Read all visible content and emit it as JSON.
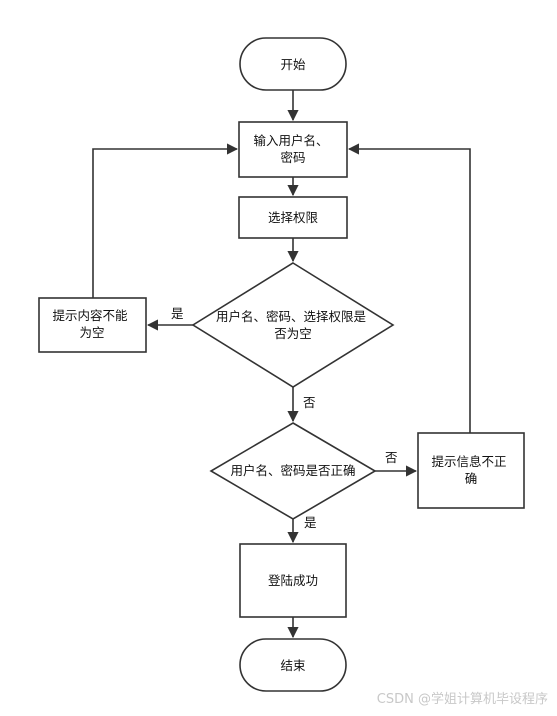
{
  "nodes": {
    "start": {
      "lines": [
        "开始"
      ]
    },
    "input": {
      "lines": [
        "输入用户名、",
        "密码"
      ]
    },
    "select": {
      "lines": [
        "选择权限"
      ]
    },
    "check_empty": {
      "lines": [
        "用户名、密码、选择权限是",
        "否为空"
      ]
    },
    "empty_msg": {
      "lines": [
        "提示内容不能",
        "为空"
      ]
    },
    "check_valid": {
      "lines": [
        "用户名、密码是否正确"
      ]
    },
    "invalid_msg": {
      "lines": [
        "提示信息不正",
        "确"
      ]
    },
    "success": {
      "lines": [
        "登陆成功"
      ]
    },
    "end": {
      "lines": [
        "结束"
      ]
    }
  },
  "edge_labels": {
    "empty_yes": "是",
    "empty_no": "否",
    "valid_no": "否",
    "valid_yes": "是"
  },
  "watermark": "CSDN @学姐计算机毕设程序"
}
